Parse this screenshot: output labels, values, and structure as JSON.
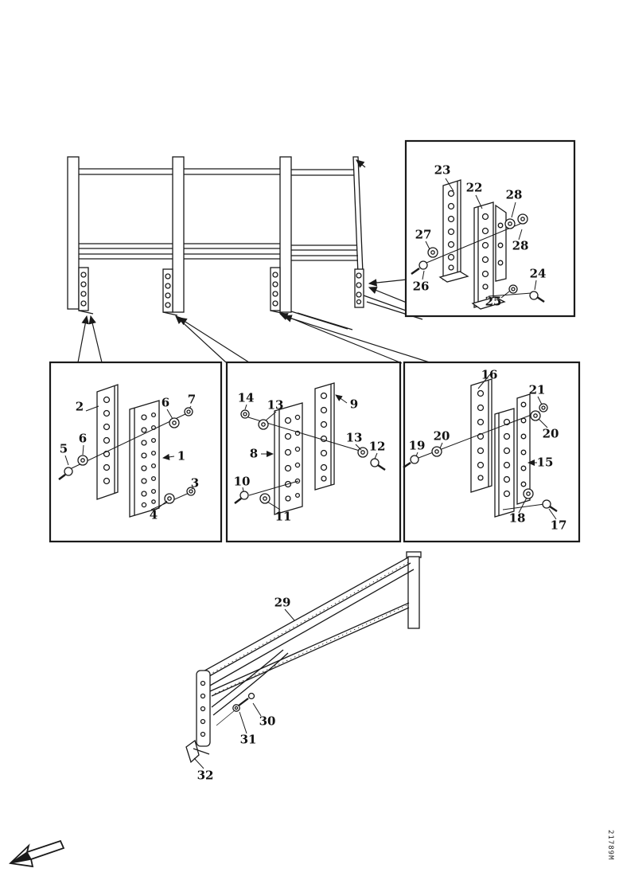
{
  "drawing_number": "21789M",
  "colors": {
    "line": "#1a1a1a",
    "background": "#ffffff"
  },
  "boxes": {
    "upper_right": {
      "callouts": [
        "23",
        "22",
        "28",
        "27",
        "28",
        "26",
        "25",
        "24"
      ]
    },
    "left": {
      "callouts": [
        "2",
        "6",
        "7",
        "5",
        "6",
        "1",
        "3",
        "4"
      ]
    },
    "middle": {
      "callouts": [
        "14",
        "13",
        "9",
        "8",
        "13",
        "12",
        "10",
        "11"
      ]
    },
    "right": {
      "callouts": [
        "16",
        "21",
        "20",
        "19",
        "20",
        "15",
        "18",
        "17"
      ]
    }
  },
  "assembly": {
    "callouts": [
      "29",
      "30",
      "31",
      "32"
    ]
  }
}
